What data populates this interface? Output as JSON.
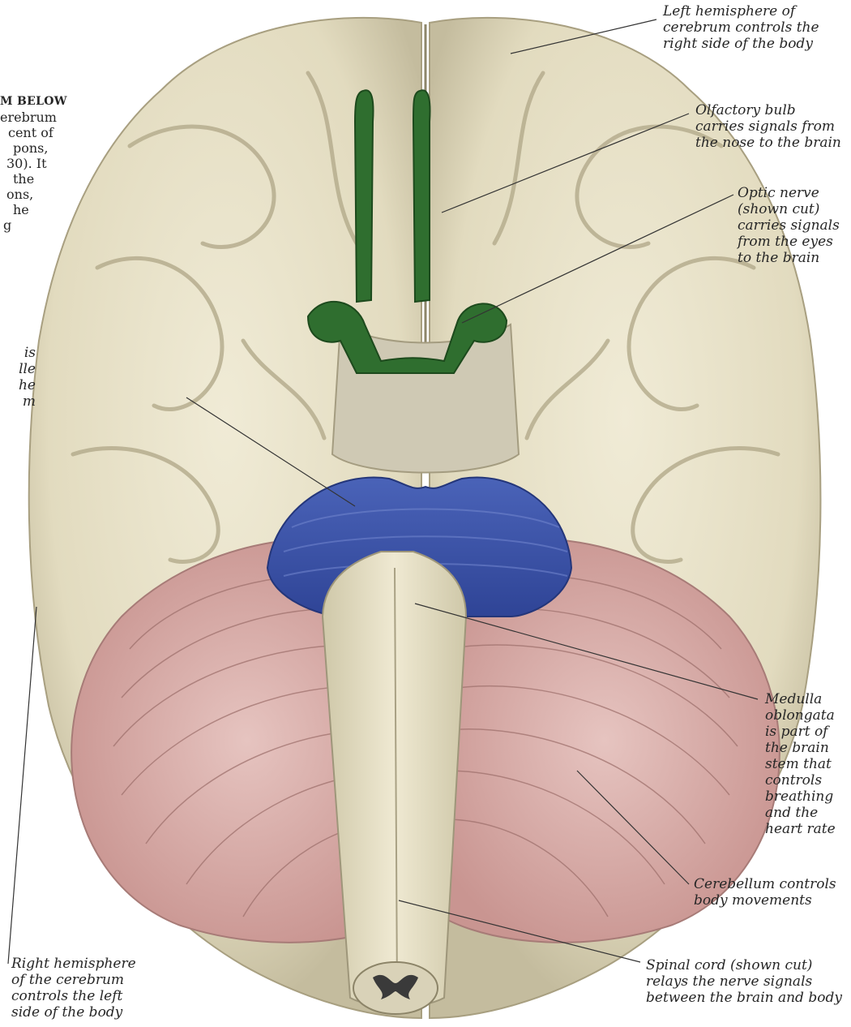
{
  "intro_text": {
    "lines": [
      "M BELOW",
      "erebrum",
      "cent of",
      "pons,",
      "30). It",
      "the",
      "ons,",
      "he",
      "g"
    ]
  },
  "pons_fragment": {
    "lines": [
      "is",
      "lle",
      "he",
      "m"
    ]
  },
  "labels": {
    "left_hemisphere": [
      "Left hemisphere of",
      "cerebrum controls the",
      "right side of the body"
    ],
    "olfactory_bulb": [
      "Olfactory bulb",
      "carries signals from",
      "the nose to the brain"
    ],
    "optic_nerve": [
      "Optic nerve",
      "(shown cut)",
      "carries signals",
      "from the eyes",
      "to the brain"
    ],
    "medulla": [
      "Medulla",
      "oblongata",
      "is part of",
      "the brain",
      "stem that",
      "controls",
      "breathing",
      "and the",
      "heart rate"
    ],
    "cerebellum": [
      "Cerebellum controls",
      "body movements"
    ],
    "spinal_cord": [
      "Spinal cord (shown cut)",
      "relays the nerve signals",
      "between the brain and body"
    ],
    "right_hemisphere": [
      "Right hemisphere",
      "of the cerebrum",
      "controls the left",
      "side of the body"
    ]
  },
  "colors": {
    "cerebrum": "#e8e2c8",
    "cerebrum_shade": "#b9b294",
    "olfactory": "#2f6e2f",
    "pons": "#3c52a6",
    "cerebellum": "#d8aaa6",
    "cerebellum_lines": "#9c6e6a",
    "stem": "#e6e0c6",
    "leader": "#333333"
  }
}
